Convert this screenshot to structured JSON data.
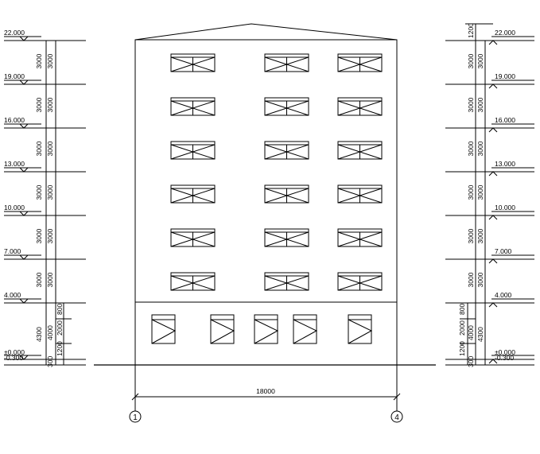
{
  "drawing": {
    "elevations_left": [
      "22.000",
      "19.000",
      "16.000",
      "13.000",
      "10.000",
      "7.000",
      "4.000",
      "±0.000",
      "-0.300"
    ],
    "elevations_right": [
      "22.000",
      "19.000",
      "16.000",
      "13.000",
      "10.000",
      "7.000",
      "4.000",
      "±0.000",
      "-0.300"
    ],
    "storey_dims_left": [
      "3000",
      "3000",
      "3000",
      "3000",
      "3000",
      "3000"
    ],
    "storey_dims_left_inner": [
      "3000",
      "3000",
      "3000",
      "3000",
      "3000",
      "3000"
    ],
    "ground_dims_left": {
      "total": "4300",
      "mid": "4000",
      "top": "800",
      "window": "2000",
      "sill": "1200",
      "base": "300"
    },
    "storey_dims_right": [
      "3000",
      "3000",
      "3000",
      "3000",
      "3000",
      "3000"
    ],
    "storey_dims_right_inner": [
      "3000",
      "3000",
      "3000",
      "3000",
      "3000",
      "3000"
    ],
    "ground_dims_right": {
      "total": "4300",
      "mid": "4000",
      "top": "800",
      "window": "2000",
      "sill": "1200",
      "base": "300",
      "parapet": "1200"
    },
    "overall_width": "18000",
    "axis_left": "1",
    "axis_right": "4"
  }
}
